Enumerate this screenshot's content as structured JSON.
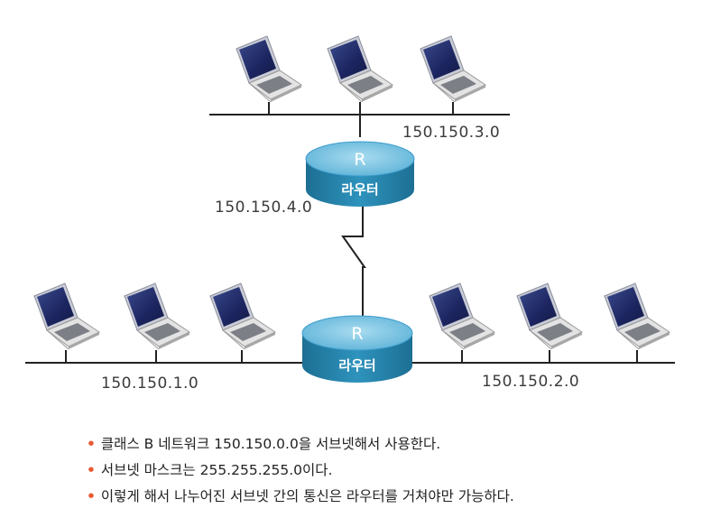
{
  "networks": {
    "top": "150.150.3.0",
    "link": "150.150.4.0",
    "left": "150.150.1.0",
    "right": "150.150.2.0"
  },
  "routers": [
    {
      "symbol": "R",
      "name": "라우터"
    },
    {
      "symbol": "R",
      "name": "라우터"
    }
  ],
  "notes": [
    "클래스 B 네트워크 150.150.0.0을 서브넷해서 사용한다.",
    "서브넷 마스크는 255.255.255.0이다.",
    "이렇게 해서 나누어진 서브넷 간의 통신은 라우터를 거쳐야만 가능하다."
  ],
  "bullet": "•",
  "colors": {
    "router_body": "#2a8db5",
    "router_top": "#7cc7e4",
    "laptop_screen": "#1f2a63",
    "laptop_base": "#dcdcdc",
    "bullet": "#e8572d"
  },
  "icons": [
    "laptop-icon",
    "router-icon",
    "serial-link-icon"
  ]
}
